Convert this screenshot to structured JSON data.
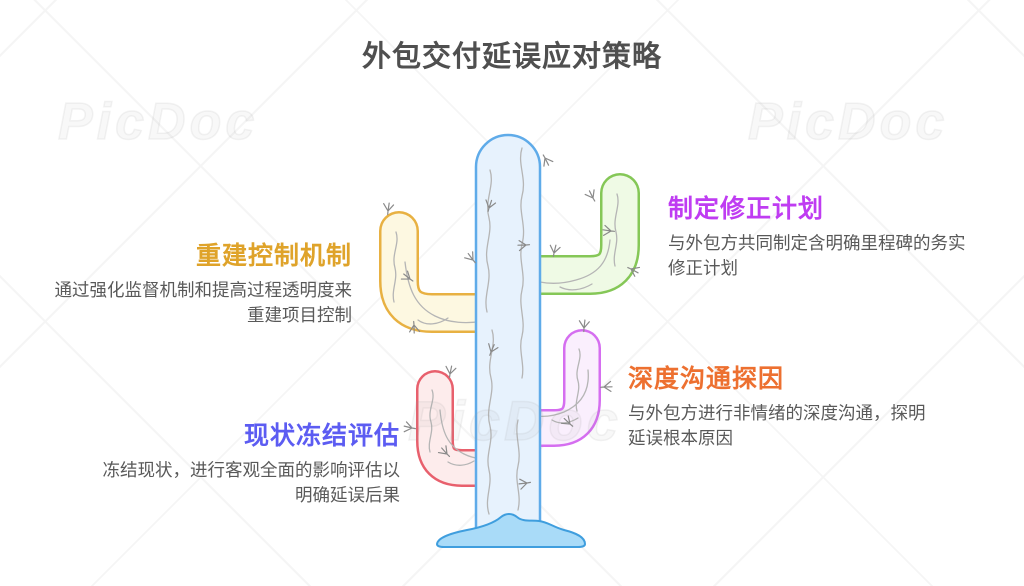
{
  "title": "外包交付延误应对策略",
  "title_color": "#4f4f4f",
  "watermark": {
    "text": "PicDoc"
  },
  "body_text_color": "#595959",
  "strategies": [
    {
      "id": "rebuild-control",
      "label": "重建控制机制",
      "description": "通过强化监督机制和提高过程透明度来重建项目控制",
      "color": "#dfa32a",
      "position": "left-top"
    },
    {
      "id": "correction-plan",
      "label": "制定修正计划",
      "description": "与外包方共同制定含明确里程碑的务实修正计划",
      "color": "#bf3cf2",
      "position": "right-top"
    },
    {
      "id": "deep-communication",
      "label": "深度沟通探因",
      "description": "与外包方进行非情绪的深度沟通，探明延误根本原因",
      "color": "#ed7030",
      "position": "right-bottom"
    },
    {
      "id": "freeze-assessment",
      "label": "现状冻结评估",
      "description": "冻结现状，进行客观全面的影响评估以明确延误后果",
      "color": "#5c5cf2",
      "position": "left-bottom"
    }
  ],
  "illustration": {
    "name": "cactus",
    "trunk_fill": "#e7f2fd",
    "trunk_stroke": "#5fabe9",
    "base_fill": "#a9dbf8",
    "base_stroke": "#3f9ede",
    "arm_upper_left_fill": "#fdf8e1",
    "arm_upper_left_stroke": "#e8b142",
    "arm_upper_right_fill": "#effae5",
    "arm_upper_right_stroke": "#85c757",
    "arm_lower_left_fill": "#fdecec",
    "arm_lower_left_stroke": "#e8606d",
    "arm_lower_right_fill": "#faeffd",
    "arm_lower_right_stroke": "#d56ef0",
    "detail_line_color": "#b5b5b5",
    "spine_color": "#8a8a8a"
  }
}
